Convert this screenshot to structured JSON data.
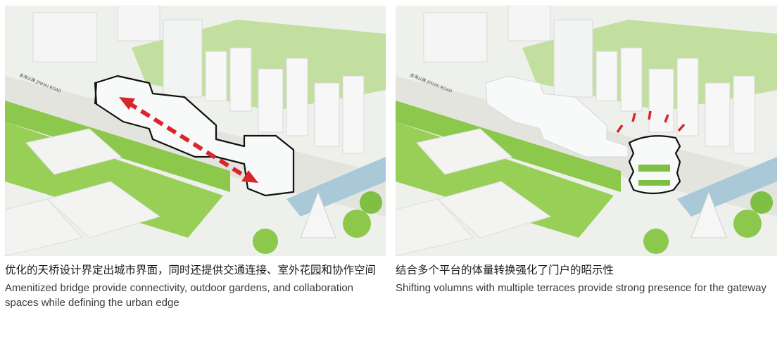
{
  "panels": [
    {
      "road_label": "金海公路 JINHAI ROAD",
      "caption_cn": "优化的天桥设计界定出城市界面，同时还提供交通连接、室外花园和协作空间",
      "caption_en": "Amenitized bridge provide connectivity, outdoor gardens, and collaboration spaces while defining the urban edge"
    },
    {
      "road_label": "金海公路 JINHAI ROAD",
      "caption_cn": "结合多个平台的体量转换强化了门户的昭示性",
      "caption_en": "Shifting volumns with multiple terraces provide strong presence for the gateway"
    }
  ],
  "colors": {
    "grass": "#8cc84b",
    "road": "#e6e6e2",
    "building": "#f6f7f7",
    "outline": "#111111",
    "arrow": "#d9262b",
    "water": "#a9c9d8"
  },
  "icons": [
    "dashed-arrow",
    "presence-rays"
  ]
}
